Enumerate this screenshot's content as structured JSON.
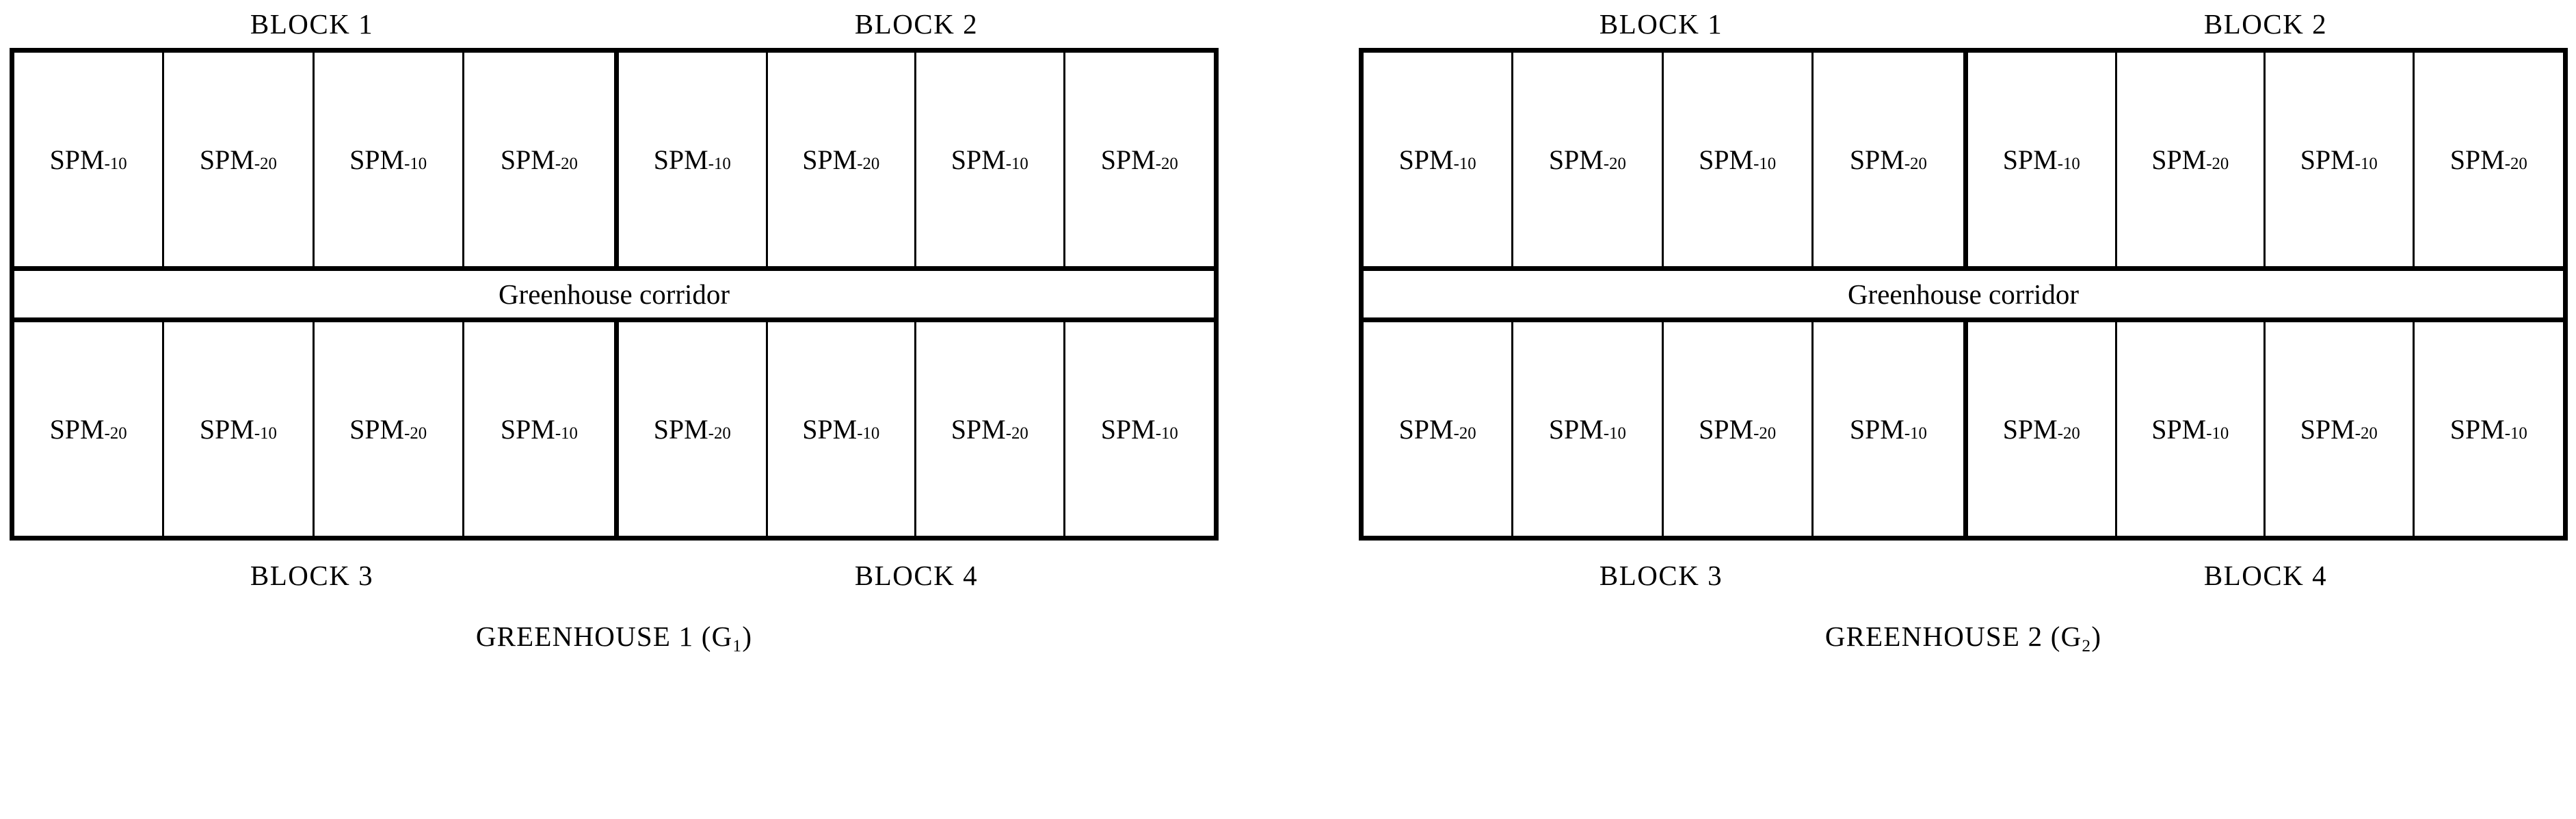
{
  "figure": {
    "type": "experimental-layout-diagram",
    "corridor_label": "Greenhouse corridor",
    "treatment_base": "SPM",
    "treatment_levels": [
      "-10",
      "-20"
    ]
  },
  "greenhouses": [
    {
      "caption_main": "GREENHOUSE 1 (G",
      "caption_sub": "1",
      "caption_close": ")",
      "top_block_labels": [
        "BLOCK 1",
        "BLOCK 2"
      ],
      "bottom_block_labels": [
        "BLOCK 3",
        "BLOCK 4"
      ],
      "corridor_label": "Greenhouse corridor",
      "rows": [
        {
          "position": "top",
          "blocks": [
            {
              "name": "BLOCK 1",
              "cells": [
                {
                  "base": "SPM",
                  "sub": "-10"
                },
                {
                  "base": "SPM",
                  "sub": "-20"
                },
                {
                  "base": "SPM",
                  "sub": "-10"
                },
                {
                  "base": "SPM",
                  "sub": "-20"
                }
              ]
            },
            {
              "name": "BLOCK 2",
              "cells": [
                {
                  "base": "SPM",
                  "sub": "-10"
                },
                {
                  "base": "SPM",
                  "sub": "-20"
                },
                {
                  "base": "SPM",
                  "sub": "-10"
                },
                {
                  "base": "SPM",
                  "sub": "-20"
                }
              ]
            }
          ]
        },
        {
          "position": "bottom",
          "blocks": [
            {
              "name": "BLOCK 3",
              "cells": [
                {
                  "base": "SPM",
                  "sub": "-20"
                },
                {
                  "base": "SPM",
                  "sub": "-10"
                },
                {
                  "base": "SPM",
                  "sub": "-20"
                },
                {
                  "base": "SPM",
                  "sub": "-10"
                }
              ]
            },
            {
              "name": "BLOCK 4",
              "cells": [
                {
                  "base": "SPM",
                  "sub": "-20"
                },
                {
                  "base": "SPM",
                  "sub": "-10"
                },
                {
                  "base": "SPM",
                  "sub": "-20"
                },
                {
                  "base": "SPM",
                  "sub": "-10"
                }
              ]
            }
          ]
        }
      ]
    },
    {
      "caption_main": "GREENHOUSE 2 (G",
      "caption_sub": "2",
      "caption_close": ")",
      "top_block_labels": [
        "BLOCK 1",
        "BLOCK 2"
      ],
      "bottom_block_labels": [
        "BLOCK 3",
        "BLOCK 4"
      ],
      "corridor_label": "Greenhouse corridor",
      "rows": [
        {
          "position": "top",
          "blocks": [
            {
              "name": "BLOCK 1",
              "cells": [
                {
                  "base": "SPM",
                  "sub": "-10"
                },
                {
                  "base": "SPM",
                  "sub": "-20"
                },
                {
                  "base": "SPM",
                  "sub": "-10"
                },
                {
                  "base": "SPM",
                  "sub": "-20"
                }
              ]
            },
            {
              "name": "BLOCK 2",
              "cells": [
                {
                  "base": "SPM",
                  "sub": "-10"
                },
                {
                  "base": "SPM",
                  "sub": "-20"
                },
                {
                  "base": "SPM",
                  "sub": "-10"
                },
                {
                  "base": "SPM",
                  "sub": "-20"
                }
              ]
            }
          ]
        },
        {
          "position": "bottom",
          "blocks": [
            {
              "name": "BLOCK 3",
              "cells": [
                {
                  "base": "SPM",
                  "sub": "-20"
                },
                {
                  "base": "SPM",
                  "sub": "-10"
                },
                {
                  "base": "SPM",
                  "sub": "-20"
                },
                {
                  "base": "SPM",
                  "sub": "-10"
                }
              ]
            },
            {
              "name": "BLOCK 4",
              "cells": [
                {
                  "base": "SPM",
                  "sub": "-20"
                },
                {
                  "base": "SPM",
                  "sub": "-10"
                },
                {
                  "base": "SPM",
                  "sub": "-20"
                },
                {
                  "base": "SPM",
                  "sub": "-10"
                }
              ]
            }
          ]
        }
      ]
    }
  ],
  "colors": {
    "line": "#000000",
    "background": "#ffffff",
    "text": "#000000"
  }
}
